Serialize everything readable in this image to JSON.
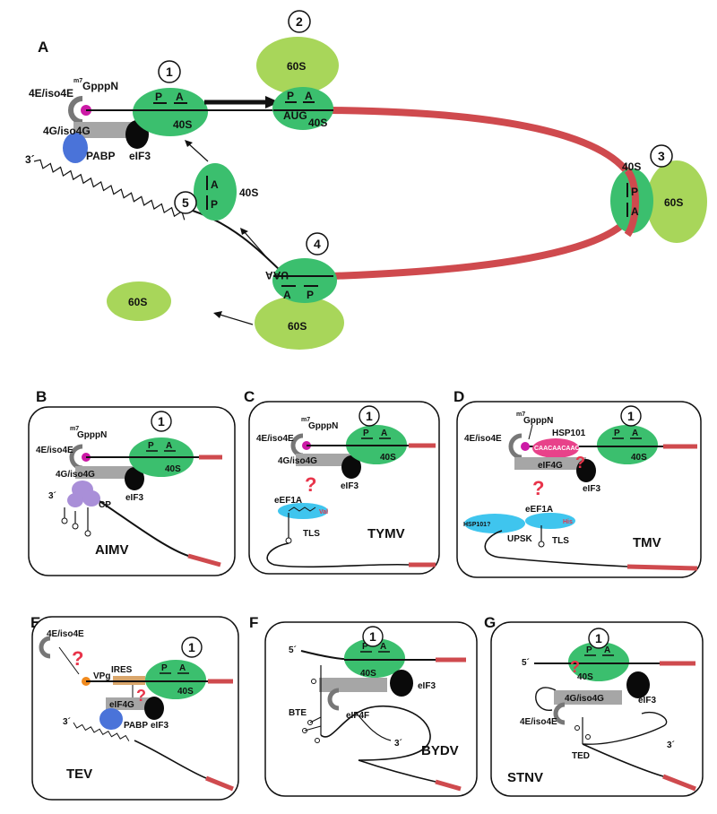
{
  "colors": {
    "ribosome40S": "#3bbf6e",
    "ribosome60S": "#a8d65a",
    "mrna_red": "#cf4a4e",
    "cap_magenta": "#cc1aa6",
    "pabp_blue": "#4a73d9",
    "eif4g_gray": "#a6a6a6",
    "eif3_black": "#0a0a0a",
    "question_red": "#e8344a",
    "eef1a_cyan": "#3fc5ee",
    "hsp101_pink": "#e8428a",
    "cp_purple": "#a98fd8",
    "vpg_orange": "#f08a1e",
    "ires_tan": "#d9a66b"
  },
  "panelA": {
    "letter": "A",
    "steps": [
      "1",
      "2",
      "3",
      "4",
      "5"
    ],
    "cap_factor": "4E/iso4E",
    "cap_m7": "m7",
    "cap_label": "GpppN",
    "scaffold": "4G/iso4G",
    "pabp": "PABP",
    "eif3": "eIF3",
    "three_prime": "3´",
    "site_p": "P",
    "site_a": "A",
    "s40": "40S",
    "s60": "60S",
    "start_codon": "AUG",
    "stop_codon": "UAA"
  },
  "panelB": {
    "letter": "B",
    "step": "1",
    "cap_factor": "4E/iso4E",
    "cap_m7": "m7",
    "cap_label": "GpppN",
    "scaffold": "4G/iso4G",
    "eif3": "eIF3",
    "s40": "40S",
    "site_p": "P",
    "site_a": "A",
    "cp": "CP",
    "three_prime": "3´",
    "virus": "AIMV"
  },
  "panelC": {
    "letter": "C",
    "step": "1",
    "cap_factor": "4E/iso4E",
    "cap_m7": "m7",
    "cap_label": "GpppN",
    "scaffold": "4G/iso4G",
    "eif3": "eIF3",
    "s40": "40S",
    "site_p": "P",
    "site_a": "A",
    "eef1a": "eEF1A",
    "val": "Val",
    "tls": "TLS",
    "question": "?",
    "virus": "TYMV"
  },
  "panelD": {
    "letter": "D",
    "step": "1",
    "cap_factor": "4E/iso4E",
    "cap_m7": "m7",
    "cap_label": "GpppN",
    "hsp101": "HSP101",
    "omega": "CAACAACAACAAAA",
    "scaffold": "eIF4G",
    "eif3": "eIF3",
    "s40": "40S",
    "site_p": "P",
    "site_a": "A",
    "eef1a": "eEF1A",
    "his": "His",
    "hsp101q": "HSP101?",
    "upsk": "UPSK",
    "tls": "TLS",
    "question": "?",
    "virus": "TMV"
  },
  "panelE": {
    "letter": "E",
    "step": "1",
    "cap_factor": "4E/iso4E",
    "vpg": "VPg",
    "ires": "IRES",
    "scaffold": "eIF4G",
    "pabp": "PABP",
    "eif3": "eIF3",
    "s40": "40S",
    "site_p": "P",
    "site_a": "A",
    "three_prime": "3´",
    "question": "?",
    "virus": "TEV"
  },
  "panelF": {
    "letter": "F",
    "step": "1",
    "five_prime": "5´",
    "three_prime": "3´",
    "s40": "40S",
    "site_p": "P",
    "site_a": "A",
    "eif3": "eIF3",
    "bte": "BTE",
    "eif4f": "eIF4F",
    "virus": "BYDV"
  },
  "panelG": {
    "letter": "G",
    "step": "1",
    "five_prime": "5´",
    "three_prime": "3´",
    "s40": "40S",
    "site_p": "P",
    "site_a": "A",
    "eif3": "eIF3",
    "scaffold": "4G/iso4G",
    "cap_factor": "4E/iso4E",
    "ted": "TED",
    "question": "?",
    "virus": "STNV"
  }
}
